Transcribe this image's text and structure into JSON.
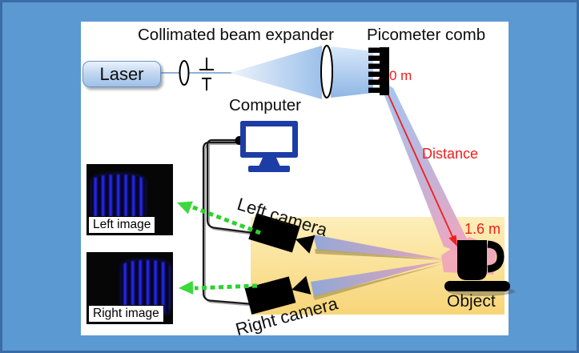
{
  "diagram": {
    "titles": {
      "beam_expander": "Collimated beam expander",
      "picometer_comb": "Picometer comb"
    },
    "components": {
      "laser": "Laser",
      "computer": "Computer",
      "left_camera": "Left camera",
      "right_camera": "Right camera",
      "object": "Object",
      "left_image": "Left image",
      "right_image": "Right image"
    },
    "measurements": {
      "origin": "0 m",
      "distance": "Distance",
      "range": "1.6 m"
    },
    "colors": {
      "frame_blue": "#5b99d3",
      "panel_white": "#ffffff",
      "monitor_blue": "#1d3da6",
      "measure_red": "#f21d1d",
      "signal_green": "#2ed12e",
      "stage_yellow_top": "#fdeeba",
      "stage_yellow_bottom": "#f7d578",
      "beam_blue": "#a6c6ef",
      "beam_pink": "#f0a6bd",
      "fringe_blue": "#2626ee"
    }
  }
}
